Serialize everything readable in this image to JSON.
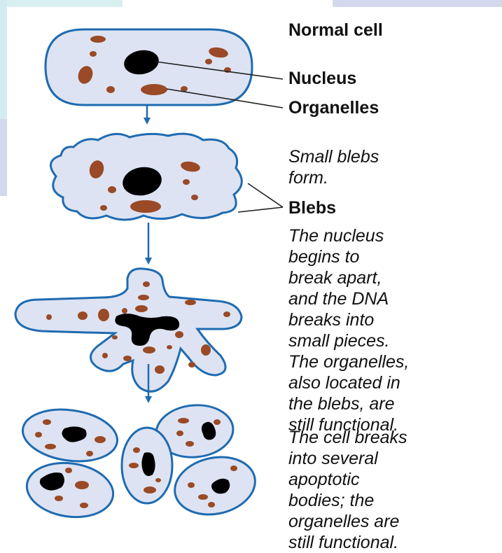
{
  "labels": {
    "normal_cell": "Normal cell",
    "nucleus": "Nucleus",
    "organelles": "Organelles",
    "small_blebs": "Small blebs\nform.",
    "blebs": "Blebs",
    "nucleus_breaks": "The nucleus\nbegins to\nbreak apart,\nand the DNA\nbreaks into\nsmall pieces.\nThe organelles,\nalso located in\nthe blebs, are\nstill functional.",
    "cell_breaks": "The cell breaks\ninto several\napoptotic\nbodies; the\norganelles are\nstill functional."
  },
  "colors": {
    "cell_fill": "#dde3f2",
    "cell_outline": "#1e6bb0",
    "organelle": "#9a4a26",
    "nucleus": "#000000",
    "arrow": "#1e6bb0",
    "leader_line": "#222222",
    "background_panel": "#d9f0f3",
    "background_band": "#d3d8ec"
  }
}
